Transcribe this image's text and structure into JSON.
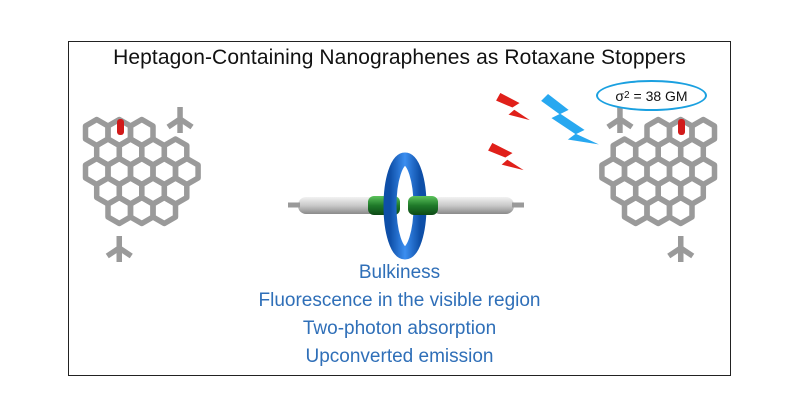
{
  "title": "Heptagon-Containing Nanographenes as Rotaxane Stoppers",
  "sigma": {
    "symbol": "σ",
    "subscript": "2",
    "equals": "= 38 GM"
  },
  "properties": [
    "Bulkiness",
    "Fluorescence in the visible region",
    "Two-photon absorption",
    "Upconverted emission"
  ],
  "colors": {
    "bond_grey": "#9c9c9c",
    "ring_blue": "#1f6fd0",
    "axle_green": "#1f7a2a",
    "oxygen_red": "#d11a1a",
    "bolt_red": "#e0201a",
    "bolt_blue": "#28a8f0",
    "text_blue": "#2f6fb8"
  }
}
